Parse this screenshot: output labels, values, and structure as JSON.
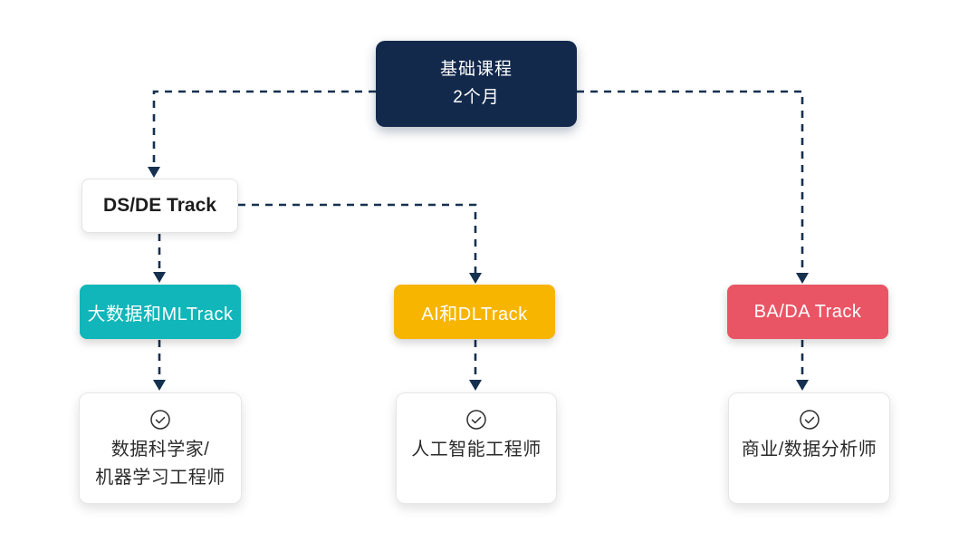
{
  "diagram": {
    "background": "#FFFFFF",
    "foundation": {
      "title": "基础课程",
      "duration": "2个月",
      "color": "#12294B"
    },
    "dsde": {
      "label": "DS/DE Track"
    },
    "tracks": [
      {
        "label": "大数据和MLTrack",
        "color": "#10B6B9"
      },
      {
        "label": "AI和DLTrack",
        "color": "#F7B500"
      },
      {
        "label": "BA/DA Track",
        "color": "#E95565"
      }
    ],
    "outcomes": [
      {
        "icon": "check-circle-icon",
        "lines": [
          "数据科学家/",
          "机器学习工程师"
        ]
      },
      {
        "icon": "check-circle-icon",
        "lines": [
          "人工智能工程师"
        ]
      },
      {
        "icon": "check-circle-icon",
        "lines": [
          "商业/数据分析师"
        ]
      }
    ],
    "colors": {
      "connector": "#16304F",
      "navy": "#12294B",
      "teal": "#10B6B9",
      "yellow": "#F7B500",
      "red": "#E95565"
    }
  }
}
